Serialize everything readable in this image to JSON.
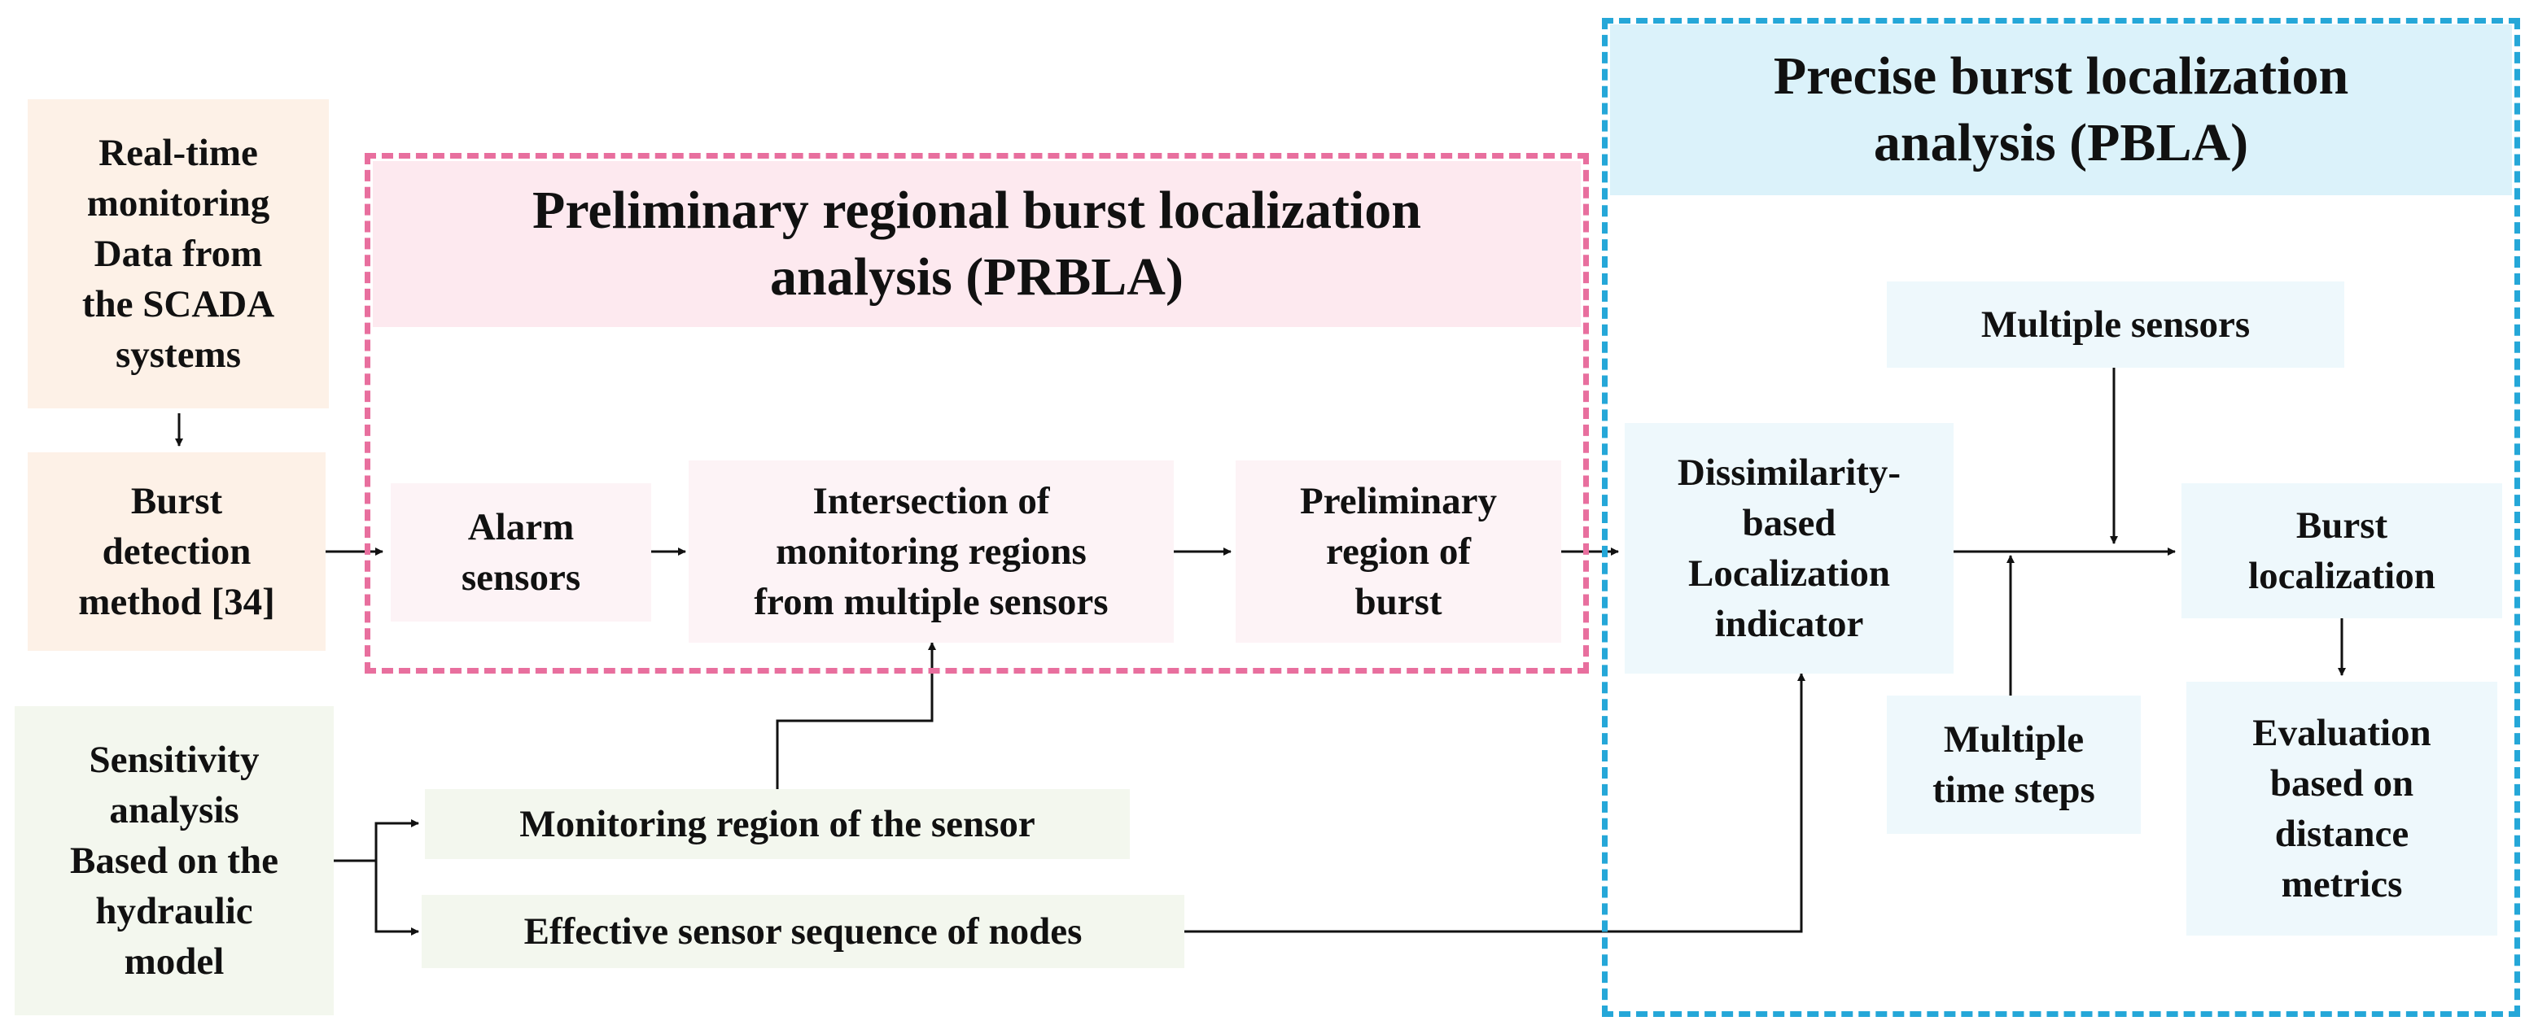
{
  "colors": {
    "orange_fill": "#fdf1e7",
    "pink_fill": "#fde9ef",
    "pink_light_fill": "#fdf3f6",
    "green_fill": "#f3f7ee",
    "blue_fill": "#dbf2fa",
    "blue_light_fill": "#eef8fc",
    "pink_dash": "#e86f9e",
    "blue_dash": "#25a7d8",
    "text": "#111111",
    "arrow": "#111111"
  },
  "panels": {
    "prbla": {
      "title": "Preliminary regional burst localization\nanalysis (PRBLA)"
    },
    "pbla": {
      "title": "Precise burst localization\nanalysis (PBLA)"
    }
  },
  "nodes": {
    "realtime": {
      "label": "Real-time\nmonitoring\nData from\nthe SCADA\nsystems"
    },
    "burst_detection": {
      "label": "Burst\ndetection\nmethod [34]"
    },
    "sensitivity": {
      "label": "Sensitivity\nanalysis\nBased on the\nhydraulic\nmodel"
    },
    "alarm_sensors": {
      "label": "Alarm\nsensors"
    },
    "intersection": {
      "label": "Intersection of\nmonitoring regions\nfrom multiple sensors"
    },
    "preliminary_region": {
      "label": "Preliminary\nregion  of\nburst"
    },
    "monitoring_region": {
      "label": "Monitoring region of the sensor"
    },
    "effective_sequence": {
      "label": "Effective sensor sequence of nodes"
    },
    "dissimilarity": {
      "label": "Dissimilarity-\nbased\nLocalization\nindicator"
    },
    "multiple_sensors": {
      "label": "Multiple sensors"
    },
    "multiple_time_steps": {
      "label": "Multiple\ntime steps"
    },
    "burst_localization": {
      "label": "Burst\nlocalization"
    },
    "evaluation": {
      "label": "Evaluation\nbased on\ndistance\nmetrics"
    }
  }
}
